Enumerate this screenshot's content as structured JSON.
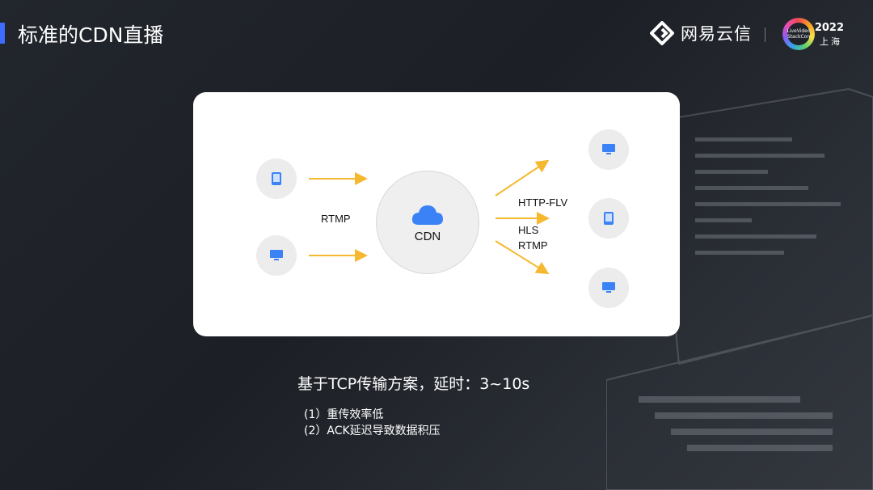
{
  "slide": {
    "title": "标准的CDN直播",
    "brand": "网易云信",
    "conference_year": "2022",
    "conference_city": "上海",
    "conference_logo_text": "LiveVideo StackCon"
  },
  "diagram": {
    "sources": [
      {
        "device": "tablet-icon"
      },
      {
        "device": "monitor-icon"
      }
    ],
    "ingest_protocol": "RTMP",
    "cdn_label": "CDN",
    "cdn_icon": "cloud-icon",
    "delivery_protocols": [
      "HTTP-FLV",
      "HLS",
      "RTMP"
    ],
    "destinations": [
      {
        "device": "monitor-icon"
      },
      {
        "device": "tablet-icon"
      },
      {
        "device": "monitor-icon"
      }
    ],
    "colors": {
      "arrow": "#f5b82e",
      "icon": "#3b82f6",
      "node_bg": "#ececec"
    }
  },
  "summary": {
    "headline": "基于TCP传输方案，延时：3~10s",
    "points": [
      "(1）重传效率低",
      "(2）ACK延迟导致数据积压"
    ]
  }
}
